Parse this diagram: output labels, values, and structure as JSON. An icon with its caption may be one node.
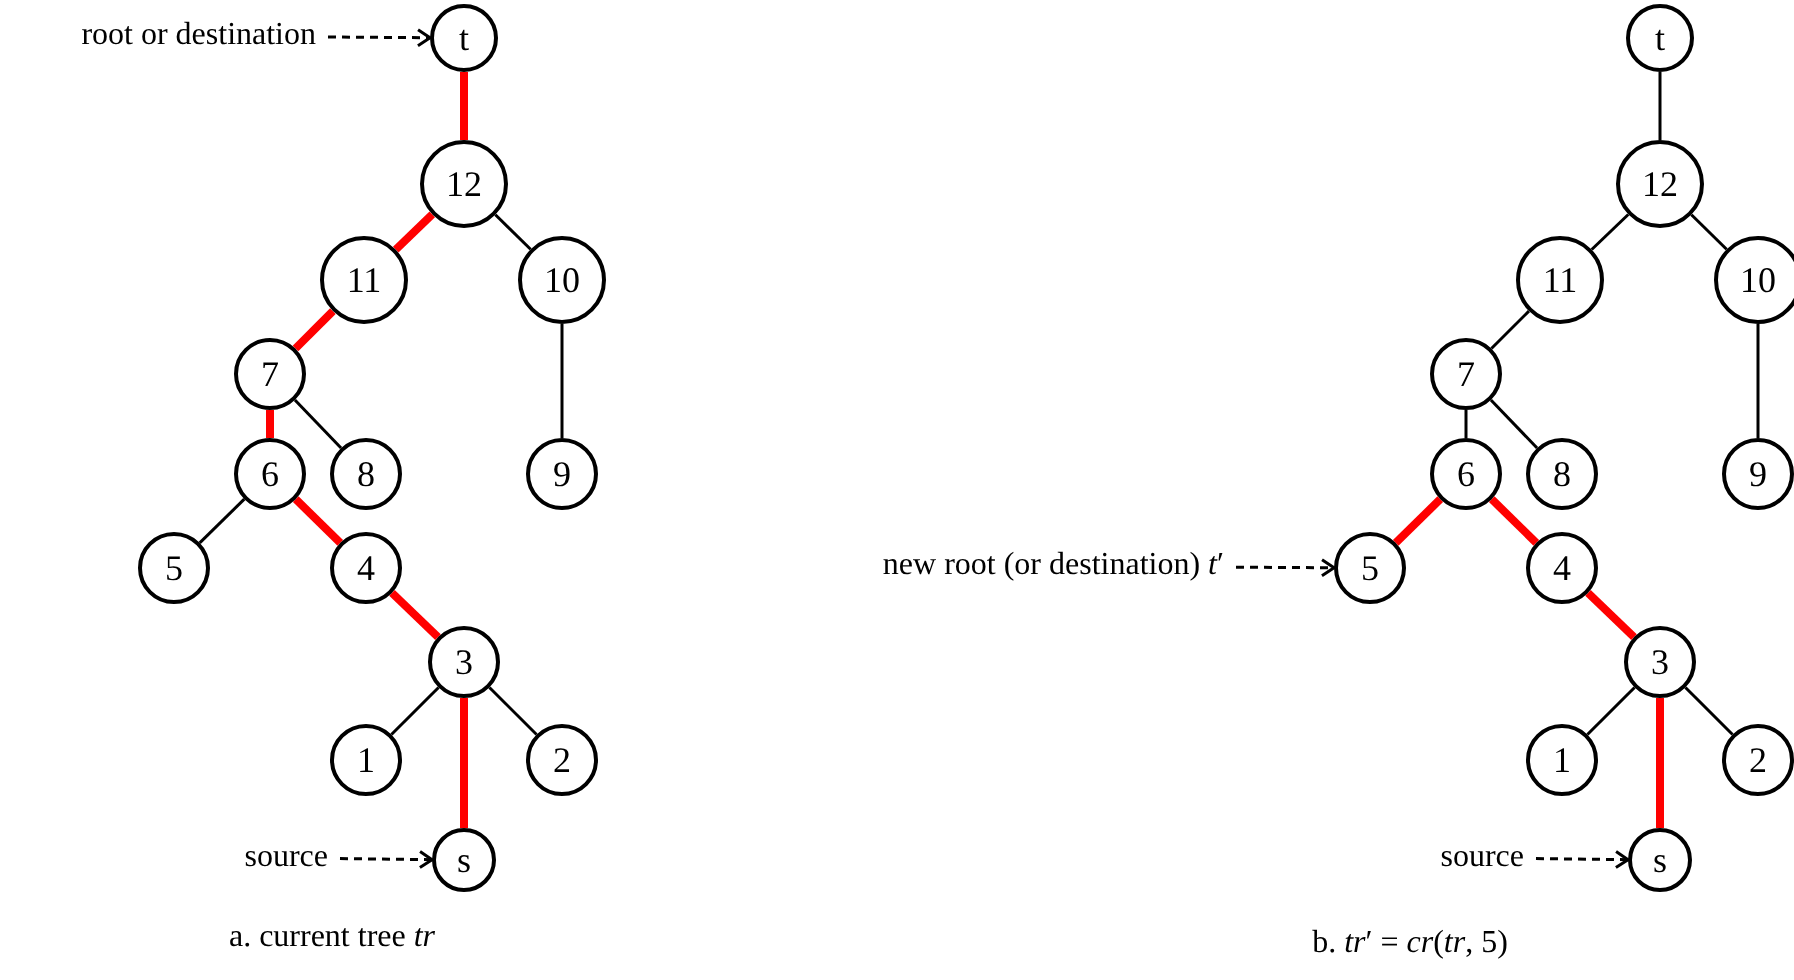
{
  "diagram": {
    "nodes": [
      {
        "text": [
          "root or destination"
        ]
      },
      {
        "text": [
          "t"
        ]
      },
      {
        "text": [
          "12"
        ]
      },
      {
        "text": [
          "11"
        ]
      },
      {
        "text": [
          "10"
        ]
      },
      {
        "text": [
          "7"
        ]
      },
      {
        "text": [
          "6"
        ]
      },
      {
        "text": [
          "8"
        ]
      },
      {
        "text": [
          "9"
        ]
      },
      {
        "text": [
          "5"
        ]
      },
      {
        "text": [
          "4"
        ]
      },
      {
        "text": [
          "3"
        ]
      },
      {
        "text": [
          "1"
        ]
      },
      {
        "text": [
          "2"
        ]
      },
      {
        "text": [
          "source"
        ]
      },
      {
        "text": [
          "s"
        ]
      },
      {
        "text": [
          "t"
        ]
      },
      {
        "text": [
          "12"
        ]
      },
      {
        "text": [
          "11"
        ]
      },
      {
        "text": [
          "10"
        ]
      },
      {
        "text": [
          "7"
        ]
      },
      {
        "text": [
          "6"
        ]
      },
      {
        "text": [
          "8"
        ]
      },
      {
        "text": [
          "9"
        ]
      },
      {
        "text": [
          "new root (or destination) *t*′"
        ]
      },
      {
        "text": [
          "5"
        ]
      },
      {
        "text": [
          "4"
        ]
      },
      {
        "text": [
          "3"
        ]
      },
      {
        "text": [
          "1"
        ]
      },
      {
        "text": [
          "2"
        ]
      },
      {
        "text": [
          "source"
        ]
      },
      {
        "text": [
          "s"
        ]
      }
    ],
    "edges": [
      {
        "from": 0,
        "to": 1,
        "arrow": "to",
        "style": "dashed"
      },
      {
        "from": 1,
        "to": 2,
        "arrow": "none",
        "style": "thick",
        "color": "#ff0000"
      },
      {
        "from": 2,
        "to": 3,
        "arrow": "none",
        "style": "thick",
        "color": "#ff0000"
      },
      {
        "from": 2,
        "to": 4,
        "arrow": "none"
      },
      {
        "from": 3,
        "to": 5,
        "arrow": "none",
        "style": "thick",
        "color": "#ff0000"
      },
      {
        "from": 4,
        "to": 8,
        "arrow": "none"
      },
      {
        "from": 5,
        "to": 6,
        "arrow": "none",
        "style": "thick",
        "color": "#ff0000"
      },
      {
        "from": 5,
        "to": 7,
        "arrow": "none"
      },
      {
        "from": 6,
        "to": 9,
        "arrow": "none"
      },
      {
        "from": 6,
        "to": 10,
        "arrow": "none",
        "style": "thick",
        "color": "#ff0000"
      },
      {
        "from": 10,
        "to": 11,
        "arrow": "none",
        "style": "thick",
        "color": "#ff0000"
      },
      {
        "from": 11,
        "to": 12,
        "arrow": "none"
      },
      {
        "from": 11,
        "to": 13,
        "arrow": "none"
      },
      {
        "from": 11,
        "to": 15,
        "arrow": "none",
        "style": "thick",
        "color": "#ff0000"
      },
      {
        "from": 14,
        "to": 15,
        "arrow": "to",
        "style": "dashed"
      },
      {
        "from": 16,
        "to": 17,
        "arrow": "none"
      },
      {
        "from": 17,
        "to": 18,
        "arrow": "none"
      },
      {
        "from": 17,
        "to": 19,
        "arrow": "none"
      },
      {
        "from": 18,
        "to": 20,
        "arrow": "none"
      },
      {
        "from": 19,
        "to": 23,
        "arrow": "none"
      },
      {
        "from": 20,
        "to": 21,
        "arrow": "none"
      },
      {
        "from": 20,
        "to": 22,
        "arrow": "none"
      },
      {
        "from": 24,
        "to": 25,
        "arrow": "to",
        "style": "dashed"
      },
      {
        "from": 21,
        "to": 25,
        "arrow": "none",
        "style": "thick",
        "color": "#ff0000"
      },
      {
        "from": 21,
        "to": 26,
        "arrow": "none",
        "style": "thick",
        "color": "#ff0000"
      },
      {
        "from": 26,
        "to": 27,
        "arrow": "none",
        "style": "thick",
        "color": "#ff0000"
      },
      {
        "from": 27,
        "to": 28,
        "arrow": "none"
      },
      {
        "from": 27,
        "to": 29,
        "arrow": "none"
      },
      {
        "from": 27,
        "to": 31,
        "arrow": "none",
        "style": "thick",
        "color": "#ff0000"
      },
      {
        "from": 30,
        "to": 31,
        "arrow": "to",
        "style": "dashed"
      }
    ],
    "labels": [
      "a. current tree *tr*",
      "b. *tr*′ = *cr*(*tr*, 5)"
    ]
  }
}
